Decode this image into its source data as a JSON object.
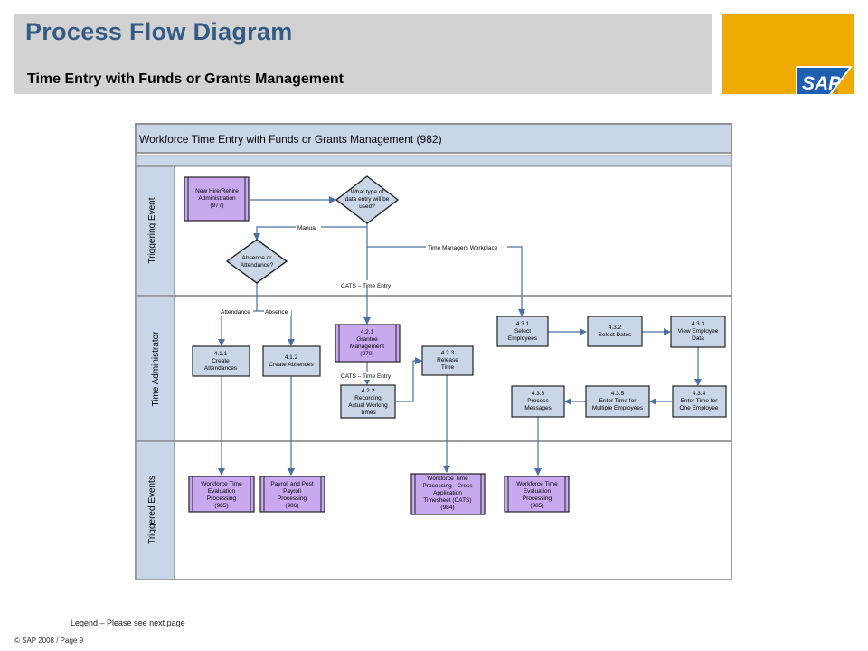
{
  "header": {
    "title": "Process Flow Diagram",
    "subtitle": "Time Entry with Funds or Grants Management"
  },
  "logo": {
    "text": "SAP",
    "registered": "®"
  },
  "colors": {
    "title": "#345b83",
    "header_bg": "#d2d2d2",
    "logo_bg": "#f0ab00",
    "lane_header_bg": "#c9d6e8",
    "process_box": "#c9d6e8",
    "external_process": "#c8a8ee",
    "decision": "#c9d6e8",
    "arrow": "#4a6fa5"
  },
  "diagram": {
    "title": "Workforce Time Entry with Funds or Grants Management (982)",
    "lanes": [
      {
        "label": "Triggering Event"
      },
      {
        "label": "Time Administrator"
      },
      {
        "label": "Triggered Events"
      }
    ],
    "nodes": {
      "new_hire": {
        "lines": [
          "New Hire/Rehire",
          "Administration",
          "(977)"
        ]
      },
      "decision_entry": {
        "lines": [
          "What type of",
          "data entry will be",
          "used?"
        ]
      },
      "decision_absence": {
        "lines": [
          "Absence or",
          "Attendance?"
        ]
      },
      "n411": {
        "lines": [
          "4.1.1",
          "Create",
          "Attendances"
        ]
      },
      "n412": {
        "lines": [
          "4.1.2",
          "Create Absences"
        ]
      },
      "n421": {
        "lines": [
          "4.2.1",
          "Grantee",
          "Management",
          "(970)"
        ]
      },
      "n422": {
        "lines": [
          "4.2.2",
          "Recording",
          "Actual Working",
          "Times"
        ]
      },
      "n423": {
        "lines": [
          "4.2.3",
          "Release",
          "Time"
        ]
      },
      "n431": {
        "lines": [
          "4.3.1",
          "Select",
          "Employees"
        ]
      },
      "n432": {
        "lines": [
          "4.3.2",
          "Select Dates"
        ]
      },
      "n433": {
        "lines": [
          "4.3.3",
          "View Employee",
          "Data"
        ]
      },
      "n434": {
        "lines": [
          "4.3.4",
          "Enter Time for",
          "One Employee"
        ]
      },
      "n435": {
        "lines": [
          "4.3.5",
          "Enter Time for",
          "Multiple Employees"
        ]
      },
      "n436": {
        "lines": [
          "4.3.6",
          "Process",
          "Messages"
        ]
      },
      "t985a": {
        "lines": [
          "Workforce Time",
          "Evaluation",
          "Processing",
          "(985)"
        ]
      },
      "t986": {
        "lines": [
          "Payroll and Post",
          "Payroll",
          "Processing",
          "(986)"
        ]
      },
      "t984": {
        "lines": [
          "Workforce Time",
          "Processing - Cross",
          "Application",
          "Timesheet (CATS)",
          "(984)"
        ]
      },
      "t985b": {
        "lines": [
          "Workforce Time",
          "Evaluation",
          "Processing",
          "(985)"
        ]
      }
    },
    "edge_labels": {
      "manual": "Manual",
      "time_managers": "Time Managers Workplace",
      "cats1": "CATS – Time Entry",
      "cats2": "CATS – Time Entry",
      "attendance": "Attendance",
      "absence": "Absence"
    }
  },
  "legend_note": "Legend – Please see next page",
  "footer": "© SAP 2008 / Page 9"
}
